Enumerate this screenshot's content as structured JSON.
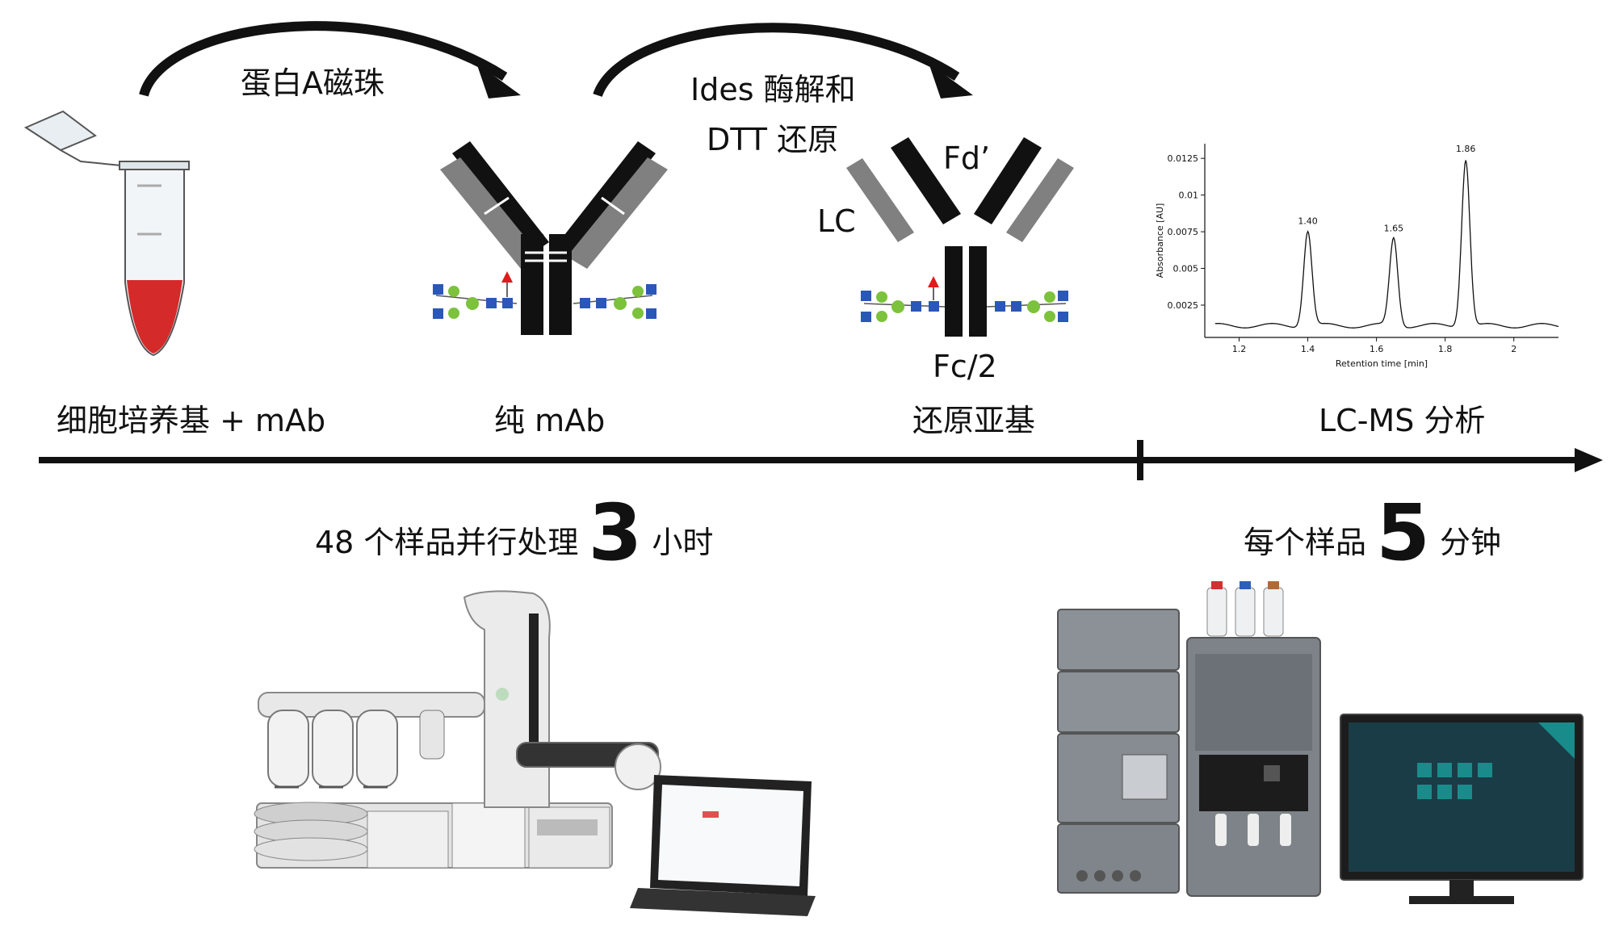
{
  "arrows": {
    "step1_label": "蛋白A磁珠",
    "step2_label_line1": "Ides 酶解和",
    "step2_label_line2": "DTT 还原"
  },
  "fragments": {
    "fd_label": "Fd’",
    "lc_label": "LC",
    "fc_label": "Fc/2"
  },
  "stages": {
    "stage1": "细胞培养基 + mAb",
    "stage2": "纯 mAb",
    "stage3": "还原亚基",
    "stage4": "LC-MS 分析"
  },
  "timing": {
    "left_prefix": "48 个样品并行处理",
    "left_number": "3",
    "left_suffix": "小时",
    "right_prefix": "每个样品",
    "right_number": "5",
    "right_suffix": "分钟"
  },
  "chart_data": {
    "type": "line",
    "xlabel": "Retention time [min]",
    "ylabel": "Absorbance [AU]",
    "x_ticks": [
      "1.2",
      "1.4",
      "1.6",
      "1.8",
      "2"
    ],
    "y_ticks": [
      "0.0025",
      "0.005",
      "0.0075",
      "0.01",
      "0.0125"
    ],
    "xlim": [
      1.1,
      2.13
    ],
    "ylim": [
      0.0003,
      0.0135
    ],
    "peaks": [
      {
        "x": 1.4,
        "y": 0.0076,
        "label": "1.40"
      },
      {
        "x": 1.65,
        "y": 0.0071,
        "label": "1.65"
      },
      {
        "x": 1.86,
        "y": 0.0125,
        "label": "1.86"
      }
    ],
    "baseline": 0.0011
  },
  "colors": {
    "black": "#111111",
    "gray_arm": "#808080",
    "tube_red": "#d42a2a",
    "glycan_blue": "#2a58b8",
    "glycan_green": "#7cc23c",
    "red_marker": "#e01b1b",
    "screen_teal": "#1a8b8b"
  }
}
